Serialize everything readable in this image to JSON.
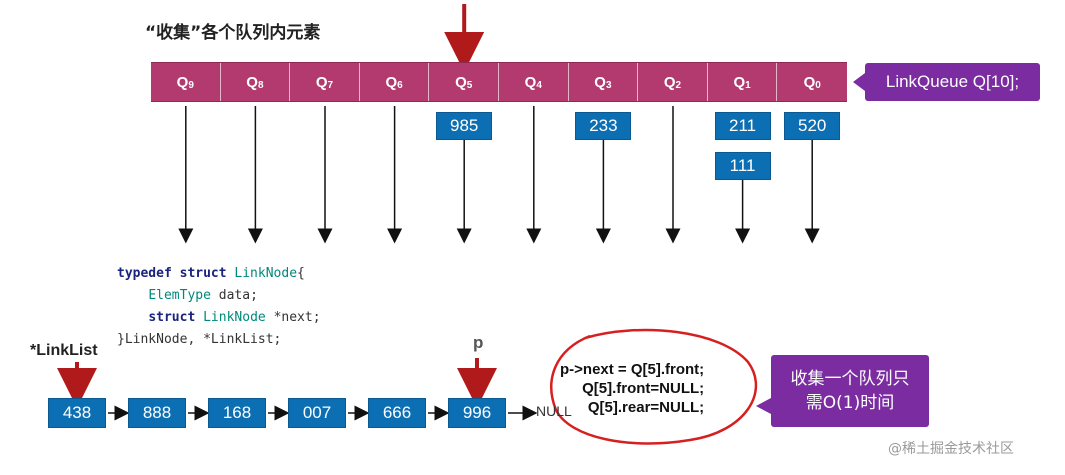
{
  "title": "“收集”各个队列内元素",
  "queue": {
    "cells": [
      {
        "name": "Q",
        "sub": "9"
      },
      {
        "name": "Q",
        "sub": "8"
      },
      {
        "name": "Q",
        "sub": "7"
      },
      {
        "name": "Q",
        "sub": "6"
      },
      {
        "name": "Q",
        "sub": "5"
      },
      {
        "name": "Q",
        "sub": "4"
      },
      {
        "name": "Q",
        "sub": "3"
      },
      {
        "name": "Q",
        "sub": "2"
      },
      {
        "name": "Q",
        "sub": "1"
      },
      {
        "name": "Q",
        "sub": "0"
      }
    ],
    "label": "LinkQueue Q[10];",
    "pointed_index": 4
  },
  "queue_items": [
    {
      "cell_index": 4,
      "values": [
        "985"
      ]
    },
    {
      "cell_index": 6,
      "values": [
        "233"
      ]
    },
    {
      "cell_index": 8,
      "values": [
        "211",
        "111"
      ]
    },
    {
      "cell_index": 9,
      "values": [
        "520"
      ]
    }
  ],
  "code": {
    "line1_kw": "typedef struct",
    "line1_type": "LinkNode",
    "line1_rest": "{",
    "line2_type": "ElemType",
    "line2_rest": "data;",
    "line3_kw": "struct",
    "line3_type": "LinkNode",
    "line3_rest": "*next;",
    "line4": "}LinkNode, *LinkList;"
  },
  "linklist": {
    "label": "*LinkList",
    "pointer_label": "p",
    "pointer_index": 5,
    "nodes": [
      "438",
      "888",
      "168",
      "007",
      "666",
      "996"
    ],
    "null_label": "NULL"
  },
  "statements": [
    "p->next = Q[5].front;",
    "Q[5].front=NULL;",
    "Q[5].rear=NULL;"
  ],
  "callout": {
    "line1": "收集一个队列只",
    "line2": "需O(1)时间"
  },
  "watermark": "@稀土掘金技术社区",
  "colors": {
    "queue_bar": "#b23a6e",
    "node_blue": "#0d6fb3",
    "arrow_red": "#b01a1a",
    "callout_purple": "#7a2ca0",
    "highlight_circle": "#d62020"
  }
}
